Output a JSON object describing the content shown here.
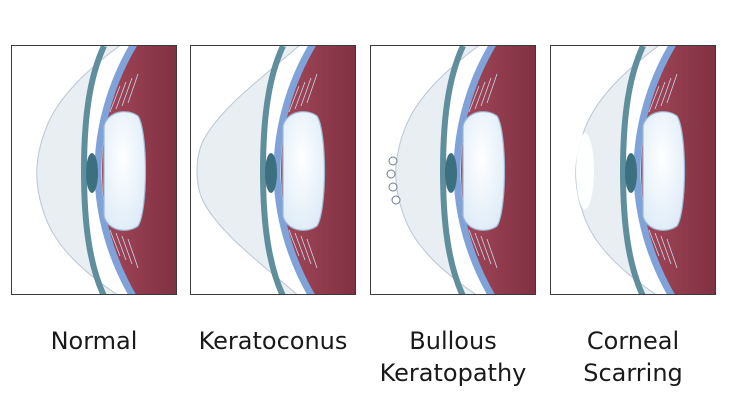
{
  "panels": [
    {
      "name": "normal",
      "label_lines": [
        "Normal"
      ]
    },
    {
      "name": "keratoconus",
      "label_lines": [
        "Keratoconus"
      ]
    },
    {
      "name": "bullous-keratopathy",
      "label_lines": [
        "Bullous",
        "Keratopathy"
      ]
    },
    {
      "name": "corneal-scarring",
      "label_lines": [
        "Corneal",
        "Scarring"
      ]
    }
  ],
  "colors": {
    "sclera": "#7fa2d8",
    "wall": "#a3485a",
    "wall_dark": "#7d2f40",
    "iris": "#5f8f9c",
    "lens": "#dbeaf7",
    "cornea": "#e9eef3",
    "border": "#3a3a3a"
  }
}
